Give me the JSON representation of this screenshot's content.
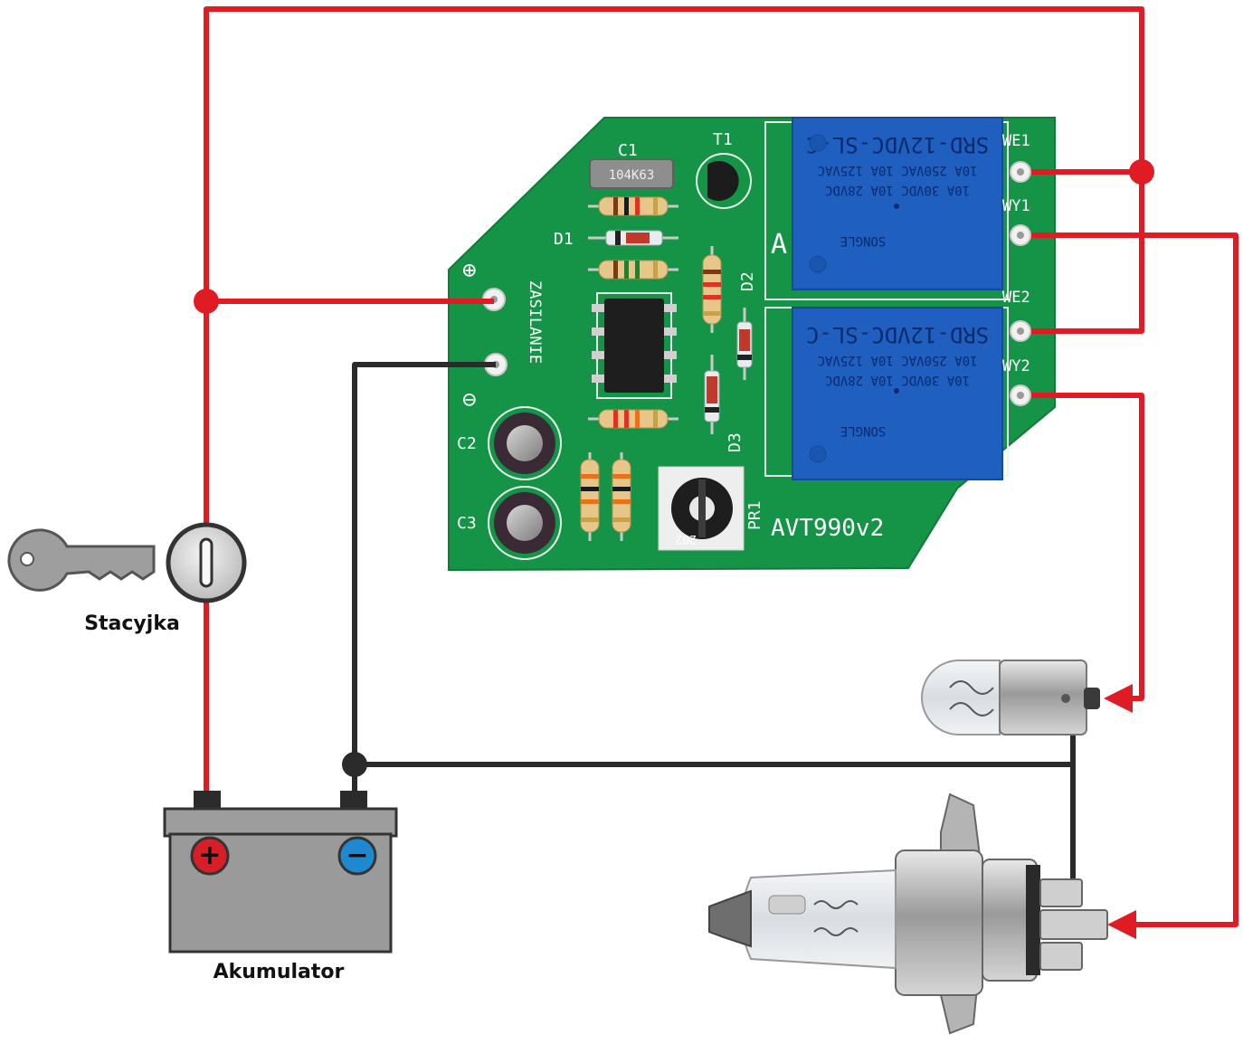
{
  "colors": {
    "positive_wire": "#e01b24",
    "ground_wire": "#2b2b2b",
    "pcb": "#159447",
    "relay": "#1f5fc0"
  },
  "labels": {
    "ignition": "Stacyjka",
    "battery": "Akumulator"
  },
  "board": {
    "name": "AVT990v2",
    "supply": "ZASILANIE",
    "plus": "⊕",
    "minus": "⊖",
    "terminals": [
      "WE1",
      "WY1",
      "WE2",
      "WY2"
    ],
    "components": {
      "c1": "C1",
      "c1_marking": "104K63",
      "t1": "T1",
      "d1": "D1",
      "d2": "D2",
      "d3": "D3",
      "c2": "C2",
      "c3": "C3",
      "pr1": "PR1",
      "pr1_marking": "202",
      "relay_section": "A"
    }
  },
  "relays": [
    {
      "model": "SRD-12VDC-SL-C",
      "rating1": "10A 250VAC  10A 125VAC",
      "rating2": "10A 30VDC  10A 28VDC",
      "brand": "SONGLE"
    },
    {
      "model": "SRD-12VDC-SL-C",
      "rating1": "10A 250VAC  10A 125VAC",
      "rating2": "10A 30VDC  10A 28VDC",
      "brand": "SONGLE"
    }
  ],
  "battery": {
    "plus_symbol": "+",
    "minus_symbol": "−"
  },
  "icons": [
    "key-icon",
    "ignition-switch-icon",
    "battery-icon",
    "small-bulb-icon",
    "h4-headlight-bulb-icon",
    "relay-icon"
  ]
}
